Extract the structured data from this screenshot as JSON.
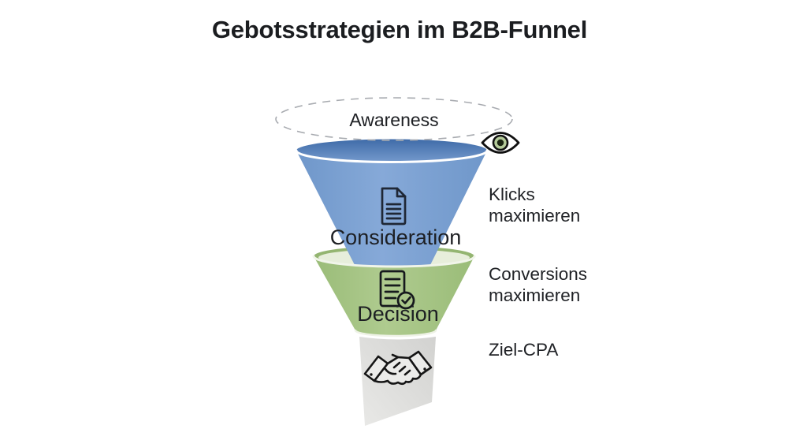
{
  "title": "Gebotsstrategien im B2B-Funnel",
  "funnel": {
    "stages": [
      {
        "label": "Awareness",
        "strategy": "",
        "icon": "eye-icon",
        "fill": "dashed-outline"
      },
      {
        "label": "Consideration",
        "strategy": "Klicks maximieren",
        "icon": "document-icon",
        "fill": "#7fa3d4"
      },
      {
        "label": "Decision",
        "strategy": "Conversions maximieren",
        "icon": "checklist-check-icon",
        "fill": "#a9c488"
      },
      {
        "label": "",
        "strategy": "Ziel-CPA",
        "icon": "handshake-icon",
        "fill": "#dcdcda"
      }
    ]
  },
  "colors": {
    "background": "#ffffff",
    "text": "#1d1f23",
    "dashed_outline": "#a8abb0",
    "blue_stage": "#7fa3d4",
    "blue_rim_dark": "#3f6ba8",
    "green_stage": "#a9c488",
    "green_rim_dark": "#94b571",
    "gray_stage": "#dcdcda",
    "icon_stroke": "#16191d",
    "eye_iris": "#b5cb9a"
  }
}
